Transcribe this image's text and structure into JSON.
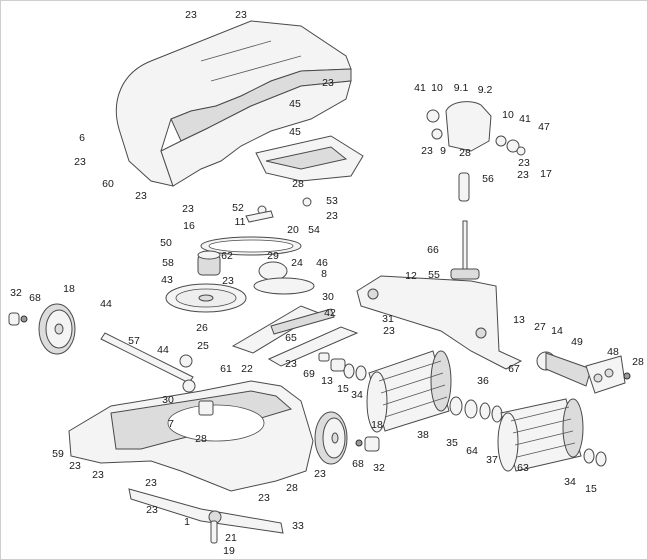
{
  "diagram": {
    "callouts": [
      "23",
      "23",
      "23",
      "6",
      "23",
      "45",
      "45",
      "60",
      "23",
      "23",
      "52",
      "53",
      "23",
      "11",
      "28",
      "16",
      "50",
      "20",
      "54",
      "29",
      "62",
      "58",
      "24",
      "46",
      "43",
      "23",
      "8",
      "30",
      "32",
      "68",
      "18",
      "44",
      "26",
      "25",
      "57",
      "44",
      "61",
      "22",
      "42",
      "31",
      "23",
      "65",
      "23",
      "69",
      "13",
      "15",
      "34",
      "30",
      "7",
      "28",
      "59",
      "23",
      "23",
      "23",
      "23",
      "18",
      "68",
      "32",
      "23",
      "28",
      "23",
      "1",
      "21",
      "19",
      "33",
      "41",
      "10",
      "9.1",
      "9.2",
      "10",
      "41",
      "47",
      "23",
      "9",
      "28",
      "23",
      "17",
      "23",
      "56",
      "66",
      "55",
      "12",
      "13",
      "27",
      "14",
      "49",
      "48",
      "28",
      "67",
      "36",
      "38",
      "35",
      "64",
      "37",
      "63",
      "34",
      "15"
    ]
  }
}
